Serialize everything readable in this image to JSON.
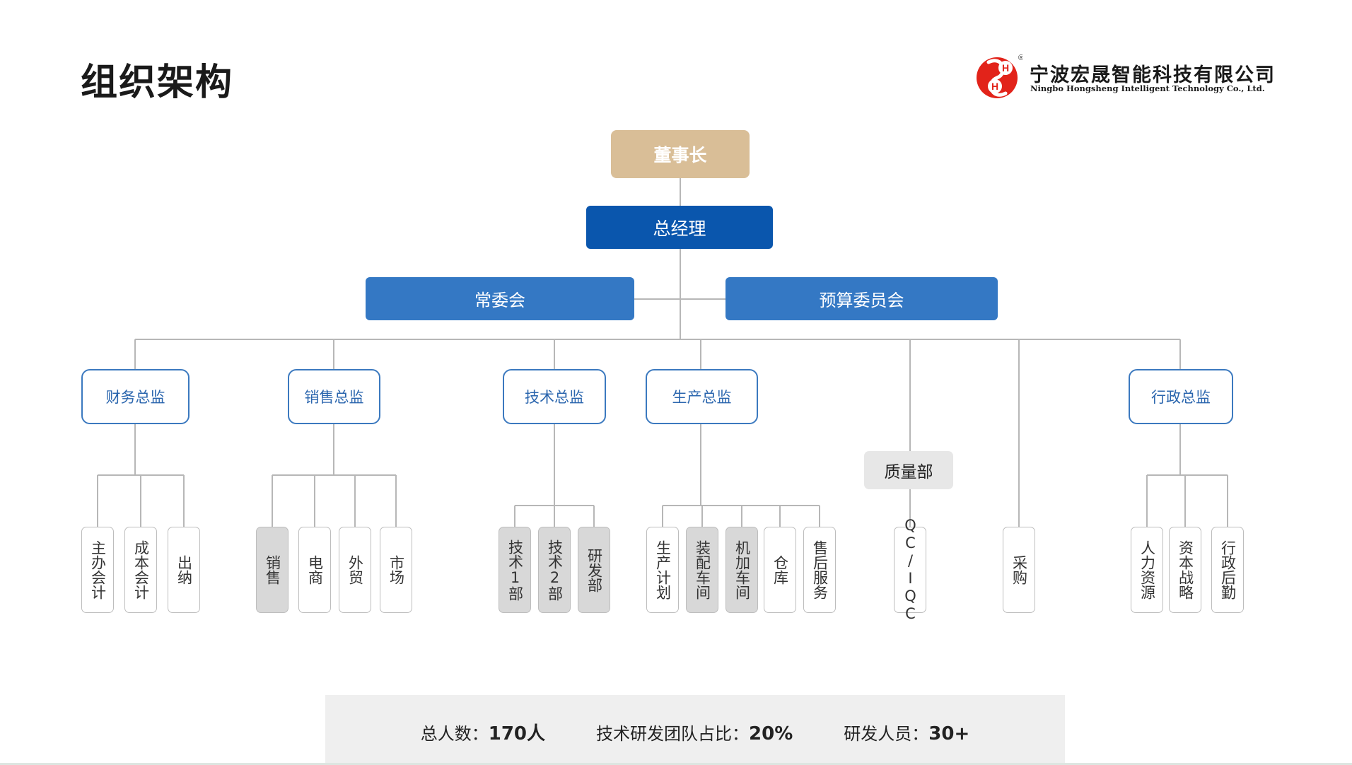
{
  "page": {
    "title": "组织架构"
  },
  "logo": {
    "mark_letters": [
      "S",
      "H",
      "H"
    ],
    "registered": "®",
    "name": "宁波宏晟智能科技有限公司",
    "name_en": "Ningbo Hongsheng Intelligent Technology Co., Ltd.",
    "color": "#e2231a"
  },
  "org": {
    "chairman": "董事长",
    "gm": "总经理",
    "committees": [
      "常委会",
      "预算委员会"
    ],
    "directors": [
      "财务总监",
      "销售总监",
      "技术总监",
      "生产总监",
      "行政总监"
    ],
    "quality": "质量部",
    "units": {
      "finance": [
        "主办会计",
        "成本会计",
        "出纳"
      ],
      "sales": [
        "销售",
        "电商",
        "外贸",
        "市场"
      ],
      "tech": [
        "技术1部",
        "技术2部",
        "研发部"
      ],
      "production": [
        "生产计划",
        "装配车间",
        "机加车间",
        "仓库",
        "售后服务"
      ],
      "quality": [
        "QC/IQC"
      ],
      "purchase": [
        "采购"
      ],
      "admin": [
        "人力资源",
        "资本战略",
        "行政后勤"
      ]
    }
  },
  "stats": [
    {
      "label": "总人数：",
      "value": "170人"
    },
    {
      "label": "技术研发团队占比：",
      "value": "20%"
    },
    {
      "label": "研发人员：",
      "value": "30+"
    }
  ],
  "colors": {
    "chairman": "#d9be97",
    "gm": "#0a56ad",
    "committee": "#3478c4",
    "director_border": "#3b79bf",
    "highlight_unit": "#d8d8d8",
    "connector": "#b7b7b7"
  }
}
